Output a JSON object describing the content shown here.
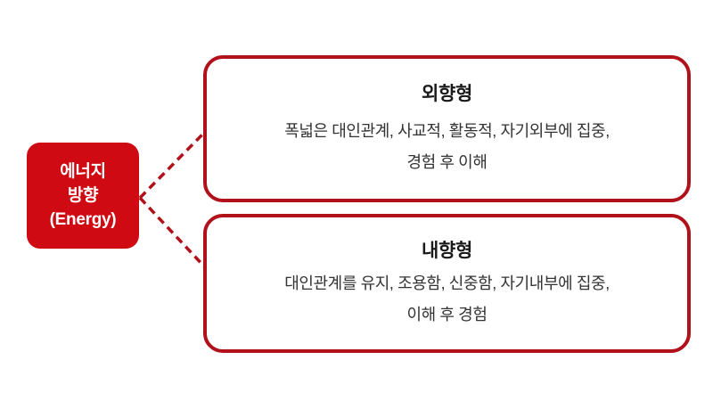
{
  "diagram": {
    "type": "mbti-dichotomy-branch",
    "background_color": "#ffffff",
    "accent_color": "#cf0a12",
    "border_color": "#b0111a",
    "root": {
      "lines": [
        "에너지",
        "방향",
        "(Energy)"
      ],
      "fill_color": "#cf0a12",
      "text_color": "#ffffff"
    },
    "branches": [
      {
        "title": "외향형",
        "body_lines": [
          "폭넓은 대인관계, 사교적, 활동적, 자기외부에 집중,",
          "경험 후 이해"
        ]
      },
      {
        "title": "내향형",
        "body_lines": [
          "대인관계를 유지, 조용함, 신중함, 자기내부에 집중,",
          "이해 후 경험"
        ]
      }
    ],
    "connector": {
      "style": "dashed",
      "color": "#b0111a"
    }
  }
}
